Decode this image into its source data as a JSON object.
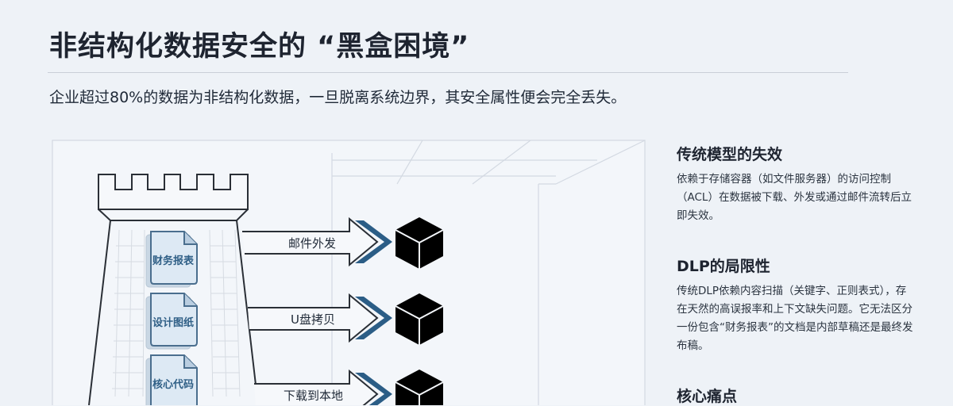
{
  "header": {
    "title": "非结构化数据安全的 “黑盒困境”",
    "subtitle": "企业超过80%的数据为非结构化数据，一旦脱离系统边界，其安全属性便会完全丢失。"
  },
  "diagram": {
    "tower_documents": [
      {
        "label": "财务报表"
      },
      {
        "label": "设计图纸"
      },
      {
        "label": "核心代码"
      }
    ],
    "channels": [
      {
        "label": "邮件外发",
        "target_icon": "black-cube-icon"
      },
      {
        "label": "U盘拷贝",
        "target_icon": "black-cube-icon"
      },
      {
        "label": "下载到本地",
        "target_icon": "black-cube-icon"
      }
    ],
    "colors": {
      "arrow_accent": "#2b5d86",
      "cube": "#000000",
      "doc_fill": "#dde9f4",
      "doc_stroke": "#4a6e8e",
      "outline": "#2a2f36",
      "frame": "#cfd6e0"
    }
  },
  "sidebar": {
    "sections": [
      {
        "heading": "传统模型的失效",
        "body": "依赖于存储容器（如文件服务器）的访问控制（ACL）在数据被下载、外发或通过邮件流转后立即失效。"
      },
      {
        "heading": "DLP的局限性",
        "body": "传统DLP依赖内容扫描（关键字、正则表式），存在天然的高误报率和上下文缺失问题。它无法区分一份包含“财务报表”的文档是内部草稿还是最终发布稿。"
      },
      {
        "heading": "核心痛点",
        "body": ""
      }
    ]
  }
}
